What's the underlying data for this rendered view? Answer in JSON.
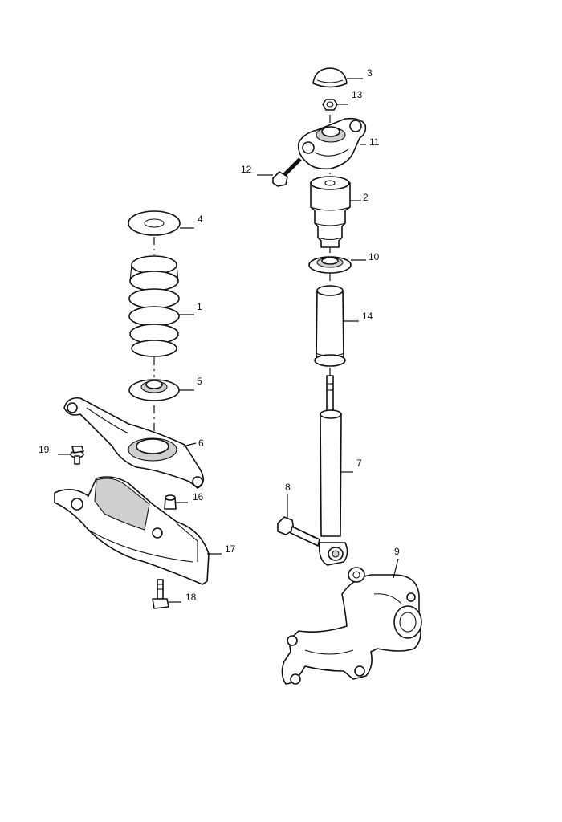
{
  "callouts": {
    "p1": "1",
    "p2": "2",
    "p3": "3",
    "p4": "4",
    "p5": "5",
    "p6": "6",
    "p7": "7",
    "p8": "8",
    "p9": "9",
    "p10": "10",
    "p11": "11",
    "p12": "12",
    "p13": "13",
    "p14": "14",
    "p16": "16",
    "p17": "17",
    "p18": "18",
    "p19": "19"
  },
  "colors": {
    "line": "#111111",
    "background": "#ffffff",
    "shade": "#cfcfcf"
  }
}
